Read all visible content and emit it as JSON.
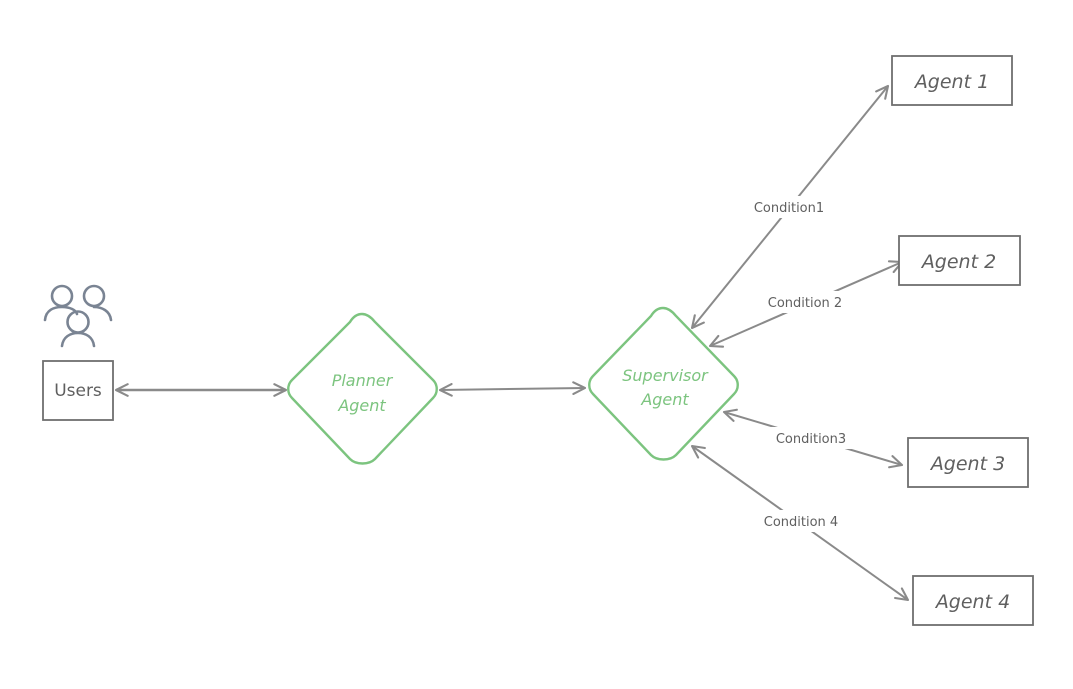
{
  "nodes": {
    "users": {
      "label": "Users"
    },
    "planner": {
      "line1": "Planner",
      "line2": "Agent"
    },
    "supervisor": {
      "line1": "Supervisor",
      "line2": "Agent"
    },
    "agent1": {
      "label": "Agent 1"
    },
    "agent2": {
      "label": "Agent 2"
    },
    "agent3": {
      "label": "Agent 3"
    },
    "agent4": {
      "label": "Agent 4"
    }
  },
  "edges": {
    "condition1": {
      "label": "Condition1"
    },
    "condition2": {
      "label": "Condition 2"
    },
    "condition3": {
      "label": "Condition3"
    },
    "condition4": {
      "label": "Condition 4"
    }
  },
  "icons": {
    "users": "users-group-icon"
  },
  "colors": {
    "stroke_gray": "#6f6f6f",
    "arrow_gray": "#8a8a8a",
    "accent_green": "#7cc47f",
    "icon_gray": "#7a8493"
  }
}
